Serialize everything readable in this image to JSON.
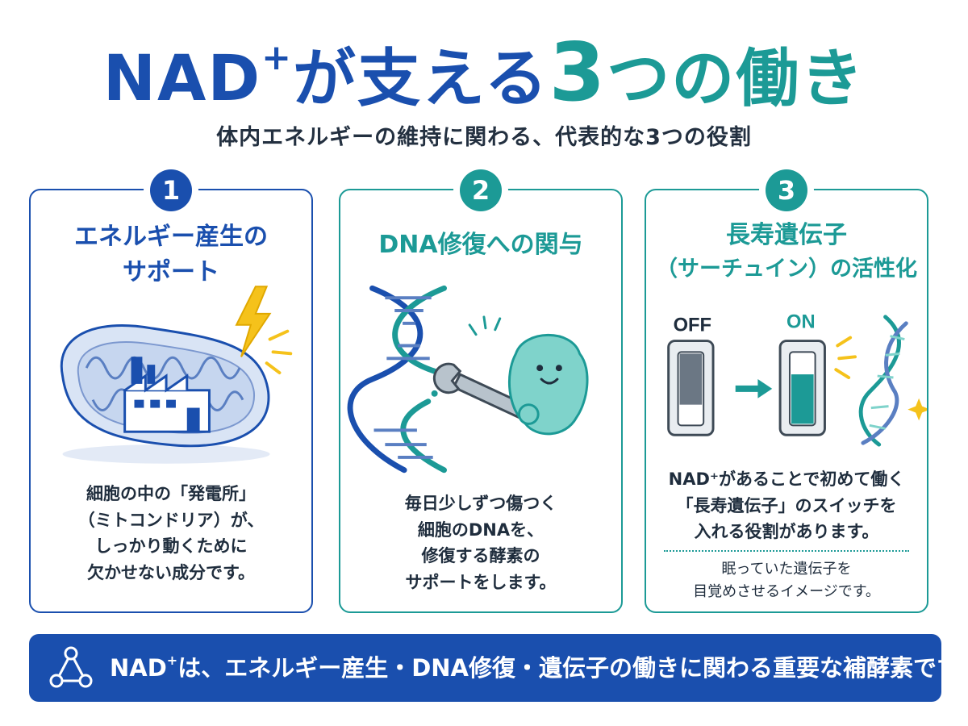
{
  "header": {
    "title_part1": "NAD",
    "title_sup": "+",
    "title_part2": "が支える",
    "title_num": "3",
    "title_part3": "つの働き",
    "subtitle": "体内エネルギーの維持に関わる、代表的な3つの役割"
  },
  "cards": [
    {
      "number": "1",
      "title_lines": [
        "エネルギー産生の",
        "サポート"
      ],
      "desc_lines": [
        "細胞の中の「発電所」",
        "（ミトコンドリア）が、",
        "しっかり動くために",
        "欠かせない成分です。"
      ]
    },
    {
      "number": "2",
      "title_lines": [
        "DNA修復への関与"
      ],
      "desc_lines": [
        "毎日少しずつ傷つく",
        "細胞のDNAを、",
        "修復する酵素の",
        "サポートをします。"
      ]
    },
    {
      "number": "3",
      "title_lines": [
        "長寿遺伝子",
        "（サーチュイン）の活性化"
      ],
      "switch_off": "OFF",
      "switch_on": "ON",
      "desc_lines": [
        "NAD⁺があることで初めて働く",
        "「長寿遺伝子」のスイッチを",
        "入れる役割があります。"
      ],
      "note_lines": [
        "眠っていた遺伝子を",
        "目覚めさせるイメージです。"
      ]
    }
  ],
  "footer": {
    "part1": "NAD",
    "sup": "+",
    "part2": "は、エネルギー産生・DNA修復・遺伝子の働きに関わる重要な補酵素です。"
  },
  "colors": {
    "primary_blue": "#1a4fae",
    "accent_teal": "#1c9a96",
    "energy_yellow": "#f5c21b",
    "text_dark": "#1f2d3d"
  },
  "icons": [
    "lightning-icon",
    "factory-icon",
    "wrench-icon",
    "sparkle-icon",
    "molecule-icon",
    "arrow-right-icon"
  ]
}
